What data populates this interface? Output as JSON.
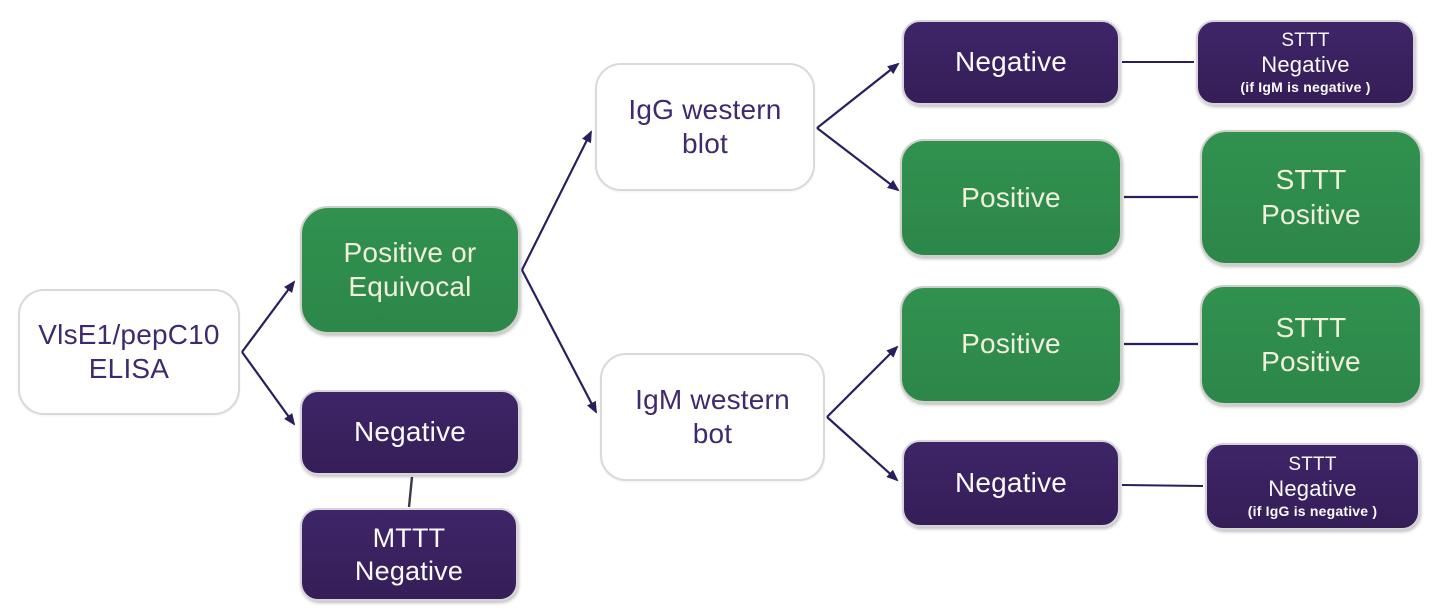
{
  "diagram": {
    "nodes": {
      "elisa": {
        "line1": "VlsE1/pepC10",
        "line2": "ELISA"
      },
      "pos_equiv": {
        "line1": "Positive or",
        "line2": "Equivocal"
      },
      "elisa_negative": {
        "line1": "Negative"
      },
      "mttt_negative": {
        "line1": "MTTT",
        "line2": "Negative"
      },
      "igg_western_blot": {
        "line1": "IgG western",
        "line2": "blot"
      },
      "igm_western_bot": {
        "line1": "IgM western",
        "line2": "bot"
      },
      "igg_negative": {
        "line1": "Negative"
      },
      "igg_positive": {
        "line1": "Positive"
      },
      "igm_positive": {
        "line1": "Positive"
      },
      "igm_negative": {
        "line1": "Negative"
      },
      "sttt_negative_top": {
        "line1": "STTT",
        "line2": "Negative",
        "line3": "(if IgM is negative )"
      },
      "sttt_positive_top": {
        "line1": "STTT",
        "line2": "Positive"
      },
      "sttt_positive_bottom": {
        "line1": "STTT",
        "line2": "Positive"
      },
      "sttt_negative_bottom": {
        "line1": "STTT",
        "line2": "Negative",
        "line3": "(if IgG is negative )"
      }
    },
    "colors": {
      "green": "#2e8b4e",
      "purple": "#3a2262",
      "arrow": "#2b1e5e",
      "white_box_border": "#d9d9d9",
      "text_on_green": "#f2efdd",
      "text_on_purple": "#fbfafc",
      "text_on_white": "#3f2a6e"
    }
  }
}
